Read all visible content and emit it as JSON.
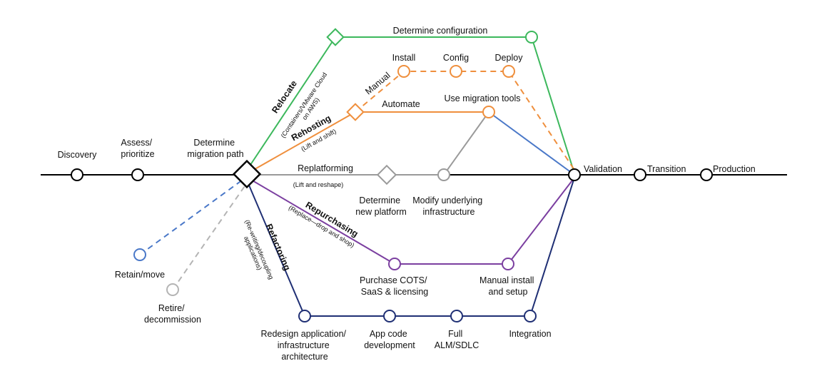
{
  "colors": {
    "main": "#000000",
    "relocate": "#3cb85c",
    "rehost": "#ef8f3d",
    "replatform": "#9a9a9a",
    "repurchase": "#7b3fa0",
    "refactor": "#1f2f74",
    "retain": "#4a78c8",
    "retire": "#b4b4b4"
  },
  "main_line": {
    "discovery": "Discovery",
    "assess": [
      "Assess/",
      "prioritize"
    ],
    "determine": [
      "Determine",
      "migration path"
    ],
    "validation": "Validation",
    "transition": "Transition",
    "production": "Production"
  },
  "relocate": {
    "name": "Relocate",
    "sub": [
      "(Containers/VMware Cloud",
      "on AWS)"
    ],
    "config": "Determine configuration"
  },
  "rehost": {
    "name": "Rehosting",
    "sub": "(Lift and shift)",
    "manual": "Manual",
    "automate": "Automate",
    "install": "Install",
    "config": "Config",
    "deploy": "Deploy",
    "tools": "Use migration tools"
  },
  "replatform": {
    "name": "Replatforming",
    "sub": "(Lift and reshape)",
    "determine": [
      "Determine",
      "new platform"
    ],
    "modify": [
      "Modify underlying",
      "infrastructure"
    ]
  },
  "repurchase": {
    "name": "Repurchasing",
    "sub": "(Replace—drop and shop)",
    "purchase": [
      "Purchase COTS/",
      "SaaS & licensing"
    ],
    "install": [
      "Manual install",
      "and setup"
    ]
  },
  "refactor": {
    "name": "Refactoring",
    "sub": [
      "(Re-writing/decoupling",
      "applications)"
    ],
    "redesign": [
      "Redesign application/",
      "infrastructure",
      "architecture"
    ],
    "app": [
      "App code",
      "development"
    ],
    "alm": [
      "Full",
      "ALM/SDLC"
    ],
    "integration": "Integration"
  },
  "retain": {
    "label": "Retain/move"
  },
  "retire": {
    "label": [
      "Retire/",
      "decommission"
    ]
  }
}
